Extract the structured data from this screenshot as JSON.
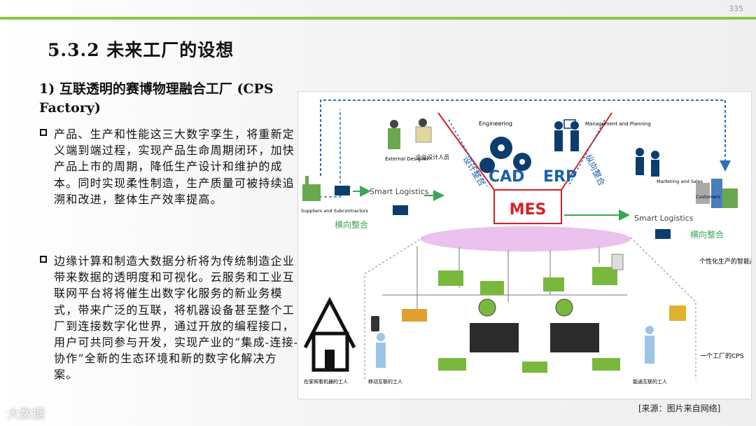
{
  "page_number": "335",
  "title": "5.3.2 未来工厂的设想",
  "subtitle": "1) 互联透明的赛博物理融合工厂 (CPS Factory)",
  "bullets": [
    "产品、生产和性能这三大数字孪生，将重新定义端到端过程，实现产品生命周期闭环，加快产品上市的周期，降低生产设计和维护的成本。同时实现柔性制造，生产质量可被持续追溯和改进，整体生产效率提高。",
    "边缘计算和制造大数据分析将为传统制造企业带来数据的透明度和可视化。云服务和工业互联网平台将将催生出数字化服务的新业务模式，带来广泛的互联，将机器设备甚至整个工厂到连接数字化世界，通过开放的编程接口，用户可共同参与开发，实现产业的“集成-连接-协作”全新的生态环境和新的数字化解决方案。"
  ],
  "diagram": {
    "mes": "MES",
    "cad": "CAD",
    "erp": "ERP",
    "engineering": "Engineering",
    "management": "Management and Planning",
    "external_designer": "External Designer",
    "enterprise_designer": "企业设计人员",
    "design_integration": "设计整合",
    "vertical_integration": "纵向整合",
    "horizontal_left": "横向整合",
    "horizontal_right": "横向整合",
    "smart_logistics_left": "Smart Logistics",
    "smart_logistics_right": "Smart Logistics",
    "suppliers": "Suppliers and Subcontractors",
    "customers": "Customers",
    "marketing": "Marketing and Sales",
    "personalized_product": "个性化生产的智能产品",
    "factory_cps": "一个工厂的CPS",
    "home_worker": "在家照看机器的工人",
    "mobile_worker": "移动互联的工人",
    "networked_worker": "能通互联的工人"
  },
  "source": "[来源：图片来自网络]",
  "watermark": "大数据",
  "colors": {
    "accent_green": "#8cc63f",
    "mes_red": "#d81f26",
    "arrow_blue": "#2f6fb3",
    "machine_green": "#7ab83d"
  }
}
